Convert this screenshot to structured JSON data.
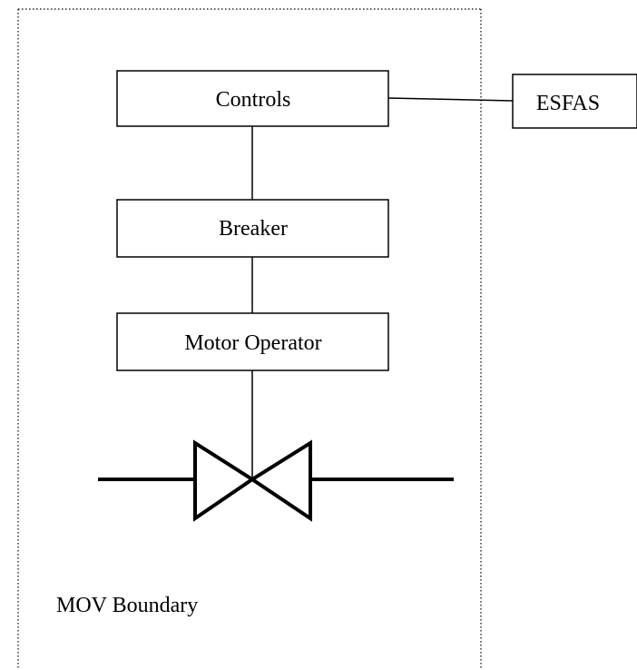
{
  "diagram": {
    "boundary_label": "MOV Boundary",
    "components": {
      "controls": "Controls",
      "breaker": "Breaker",
      "motor_operator": "Motor Operator",
      "esfas": "ESFAS"
    }
  }
}
